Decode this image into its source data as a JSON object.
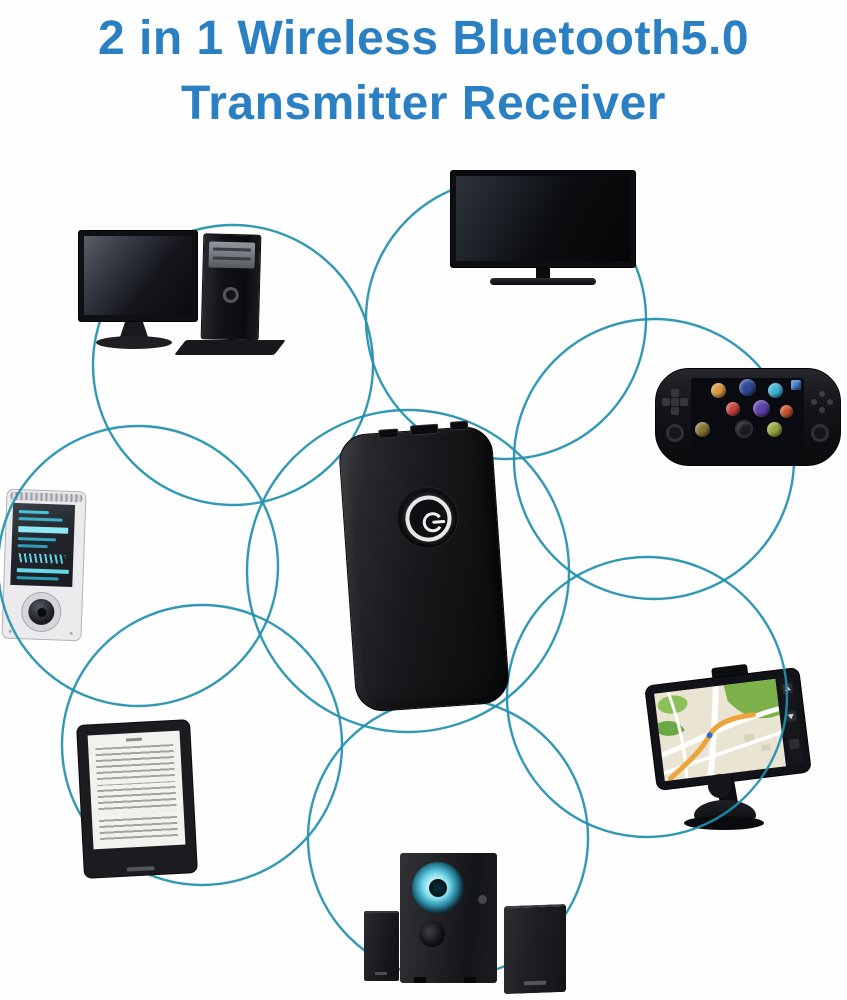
{
  "title": {
    "line1": "2 in 1 Wireless Bluetooth5.0",
    "line2": "Transmitter Receiver"
  },
  "palette": {
    "title_blue": "#2b80c3",
    "connection_teal": "#2090ae",
    "device_black": "#131418",
    "screen_cyan": "#46c3d7",
    "glow_cyan": "#bff0fa",
    "map_green": "#7db149",
    "route_orange": "#eba43e",
    "background": "#ffffff"
  },
  "hub": {
    "label": "Bluetooth 5.0 transmitter receiver (central hub)",
    "power_icon": "power-symbol"
  },
  "devices": [
    {
      "id": "desktop-computer",
      "label": "Desktop computer"
    },
    {
      "id": "television",
      "label": "Flat-screen TV"
    },
    {
      "id": "handheld-game-console",
      "label": "Handheld game console"
    },
    {
      "id": "mp3-player",
      "label": "Portable MP3 player"
    },
    {
      "id": "e-reader",
      "label": "E-book reader"
    },
    {
      "id": "gps-navigator",
      "label": "Car GPS navigator"
    },
    {
      "id": "speaker-system",
      "label": "2.1 speaker system"
    }
  ]
}
